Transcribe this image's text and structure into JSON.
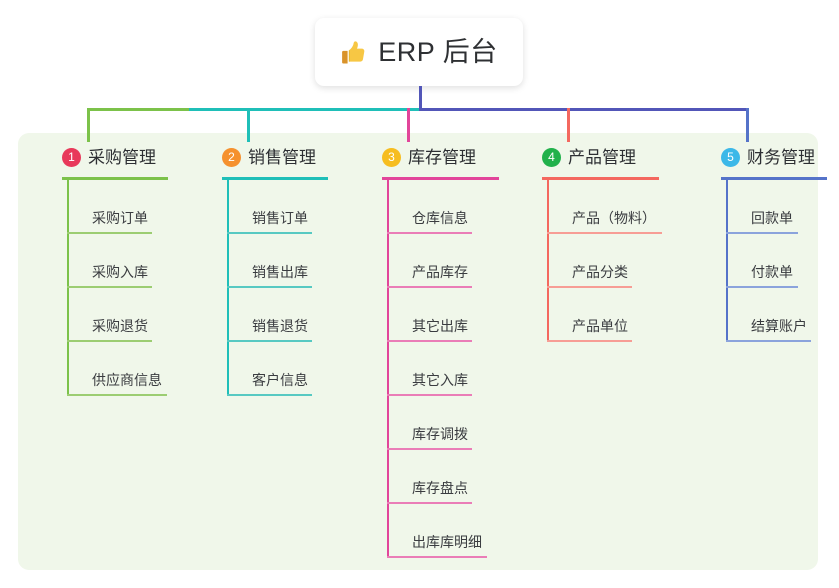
{
  "title_card": {
    "icon": "thumbs-up-icon",
    "text": "ERP 后台"
  },
  "panel": {
    "background": "#f0f7ea"
  },
  "columns": [
    {
      "index": "1",
      "badge_color": "#e8395a",
      "title": "采购管理",
      "line_color": "#7cc24a",
      "connector_color": "#7cc24a",
      "items": [
        {
          "label": "采购订单"
        },
        {
          "label": "采购入库"
        },
        {
          "label": "采购退货"
        },
        {
          "label": "供应商信息"
        }
      ]
    },
    {
      "index": "2",
      "badge_color": "#f5912e",
      "title": "销售管理",
      "line_color": "#1fbfb8",
      "connector_color": "#1fbfb8",
      "items": [
        {
          "label": "销售订单"
        },
        {
          "label": "销售出库"
        },
        {
          "label": "销售退货"
        },
        {
          "label": "客户信息"
        }
      ]
    },
    {
      "index": "3",
      "badge_color": "#f6bd20",
      "title": "库存管理",
      "line_color": "#e council",
      "connector_color": "#e2459a",
      "items": [
        {
          "label": "仓库信息"
        },
        {
          "label": "产品库存"
        },
        {
          "label": "其它出库"
        },
        {
          "label": "其它入库"
        },
        {
          "label": "库存调拨"
        },
        {
          "label": "库存盘点"
        },
        {
          "label": "出库库明细"
        }
      ]
    },
    {
      "index": "4",
      "badge_color": "#21b14b",
      "title": "产品管理",
      "line_color": "#f4685f",
      "connector_color": "#f4685f",
      "items": [
        {
          "label": "产品（物料）"
        },
        {
          "label": "产品分类"
        },
        {
          "label": "产品单位"
        }
      ]
    },
    {
      "index": "5",
      "badge_color": "#3cb8e8",
      "title": "财务管理",
      "line_color": "#5573c9",
      "connector_color": "#5573c9",
      "items": [
        {
          "label": "回款单"
        },
        {
          "label": "付款单"
        },
        {
          "label": "结算账户"
        }
      ]
    }
  ],
  "connectors": {
    "trunk_color": "#5256b8",
    "segments": [
      {
        "color": "#7cc24a"
      },
      {
        "color": "#1fbfb8"
      },
      {
        "color": "#5256b8"
      }
    ]
  }
}
